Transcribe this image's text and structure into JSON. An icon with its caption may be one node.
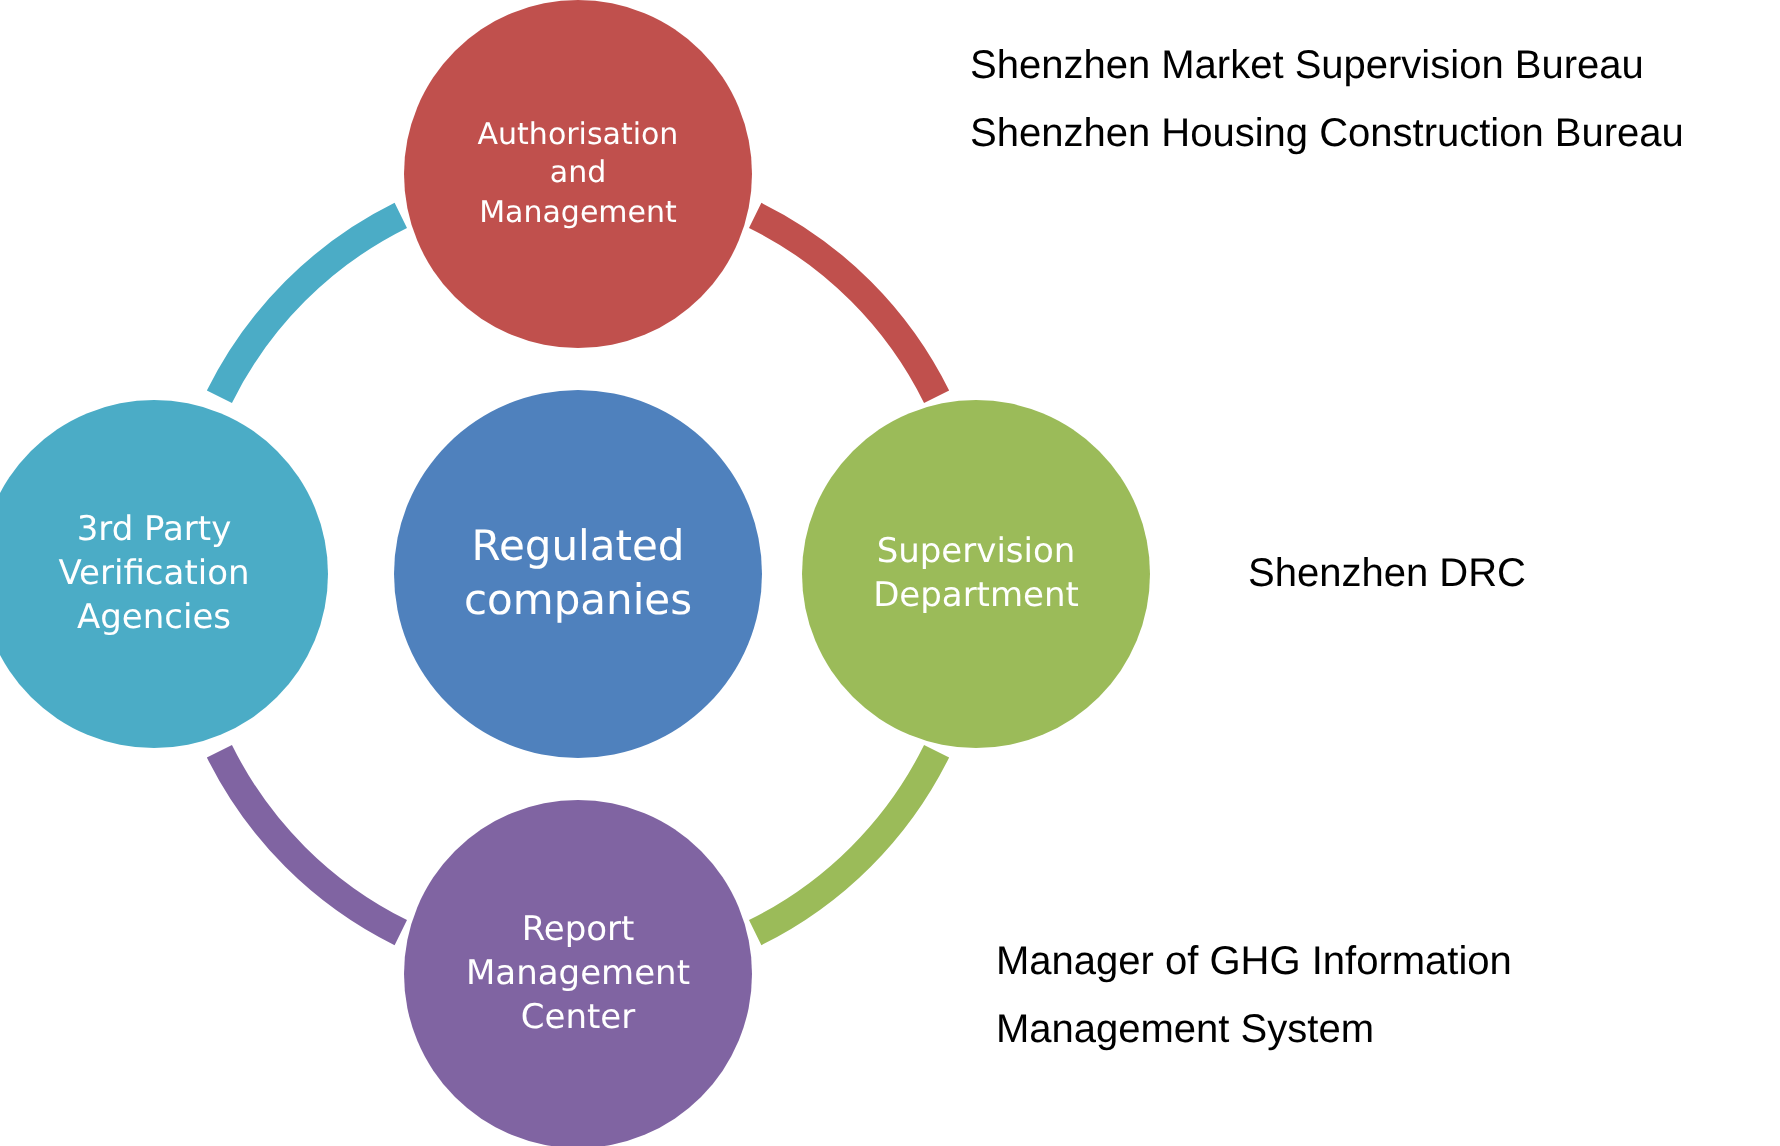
{
  "diagram": {
    "nodes": [
      {
        "text": [
          "Authorisation and Management"
        ],
        "beside": [
          "Shenzhen Market Supervision Bureau",
          "Shenzhen Housing Construction Bureau"
        ]
      },
      {
        "text": [
          "3rd Party Verification Agencies"
        ]
      },
      {
        "text": [
          "Regulated companies"
        ]
      },
      {
        "text": [
          "Supervision Department"
        ],
        "beside": [
          "Shenzhen DRC"
        ]
      },
      {
        "text": [
          "Report Management Center"
        ]
      }
    ],
    "labels": [
      "Manager of GHG Information Management System"
    ],
    "edges": [
      {
        "from": 0,
        "to": 3,
        "arrow": "none",
        "color": "#c0504d"
      },
      {
        "from": 3,
        "to": 4,
        "arrow": "none",
        "color": "#9bbb59"
      },
      {
        "from": 4,
        "to": 1,
        "arrow": "none",
        "color": "#8064a2"
      },
      {
        "from": 1,
        "to": 0,
        "arrow": "none",
        "color": "#4bacc6"
      }
    ]
  }
}
